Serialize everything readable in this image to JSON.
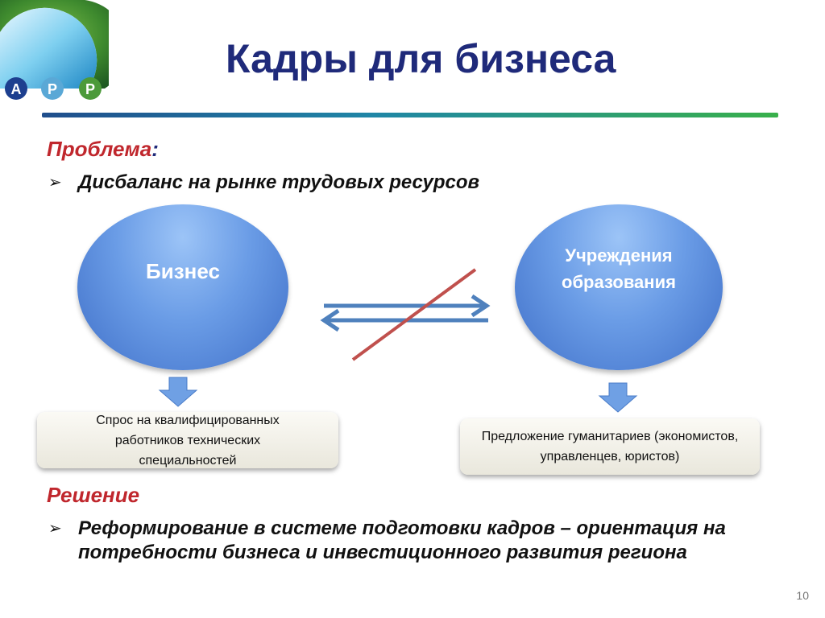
{
  "logo": {
    "letters": [
      "А",
      "Р",
      "Р"
    ]
  },
  "title": "Кадры для бизнеса",
  "problem": {
    "heading": "Проблема",
    "colon": ":",
    "bullet": "Дисбаланс на рынке трудовых ресурсов"
  },
  "diagram": {
    "left_node": "Бизнес",
    "right_node": "Учреждения образования",
    "left_box": "Спрос на квалифицированных работников технических специальностей",
    "right_box": "Предложение гуманитариев (экономистов, управленцев, юристов)"
  },
  "solution": {
    "heading": "Решение",
    "bullet": "Реформирование в системе подготовки кадров – ориентация на потребности бизнеса и инвестиционного развития региона"
  },
  "page_number": "10",
  "colors": {
    "title": "#1f2a7a",
    "heading": "#c0272d",
    "node": "#5b8ddf",
    "connector": "#4f81bd",
    "strike": "#c0504d"
  }
}
